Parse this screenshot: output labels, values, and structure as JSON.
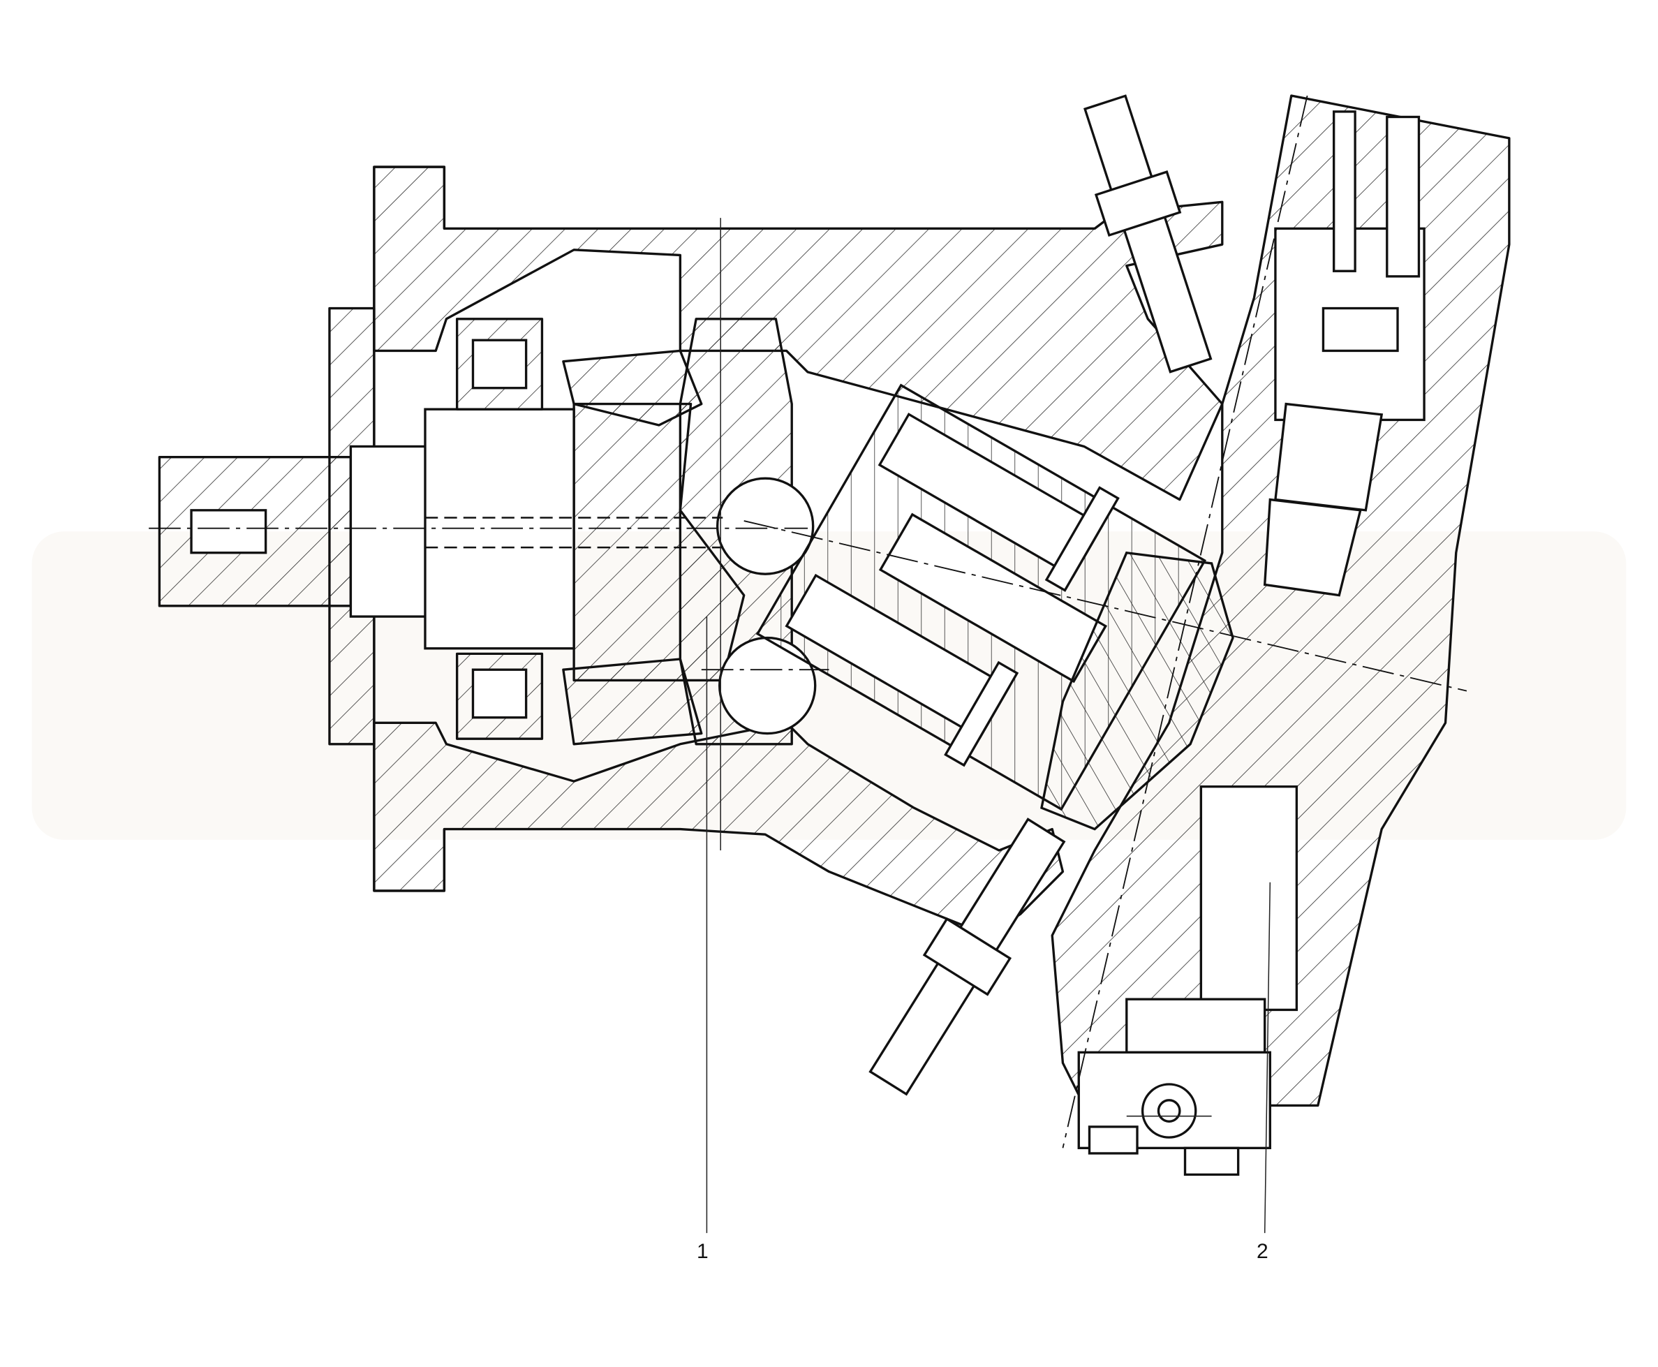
{
  "drawing": {
    "kind": "axial piston unit sectional view",
    "callouts": [
      {
        "number": "1"
      },
      {
        "number": "2"
      }
    ]
  },
  "colors": {
    "line": "#111111",
    "background": "#ffffff",
    "watermark": "#f3efe6"
  }
}
